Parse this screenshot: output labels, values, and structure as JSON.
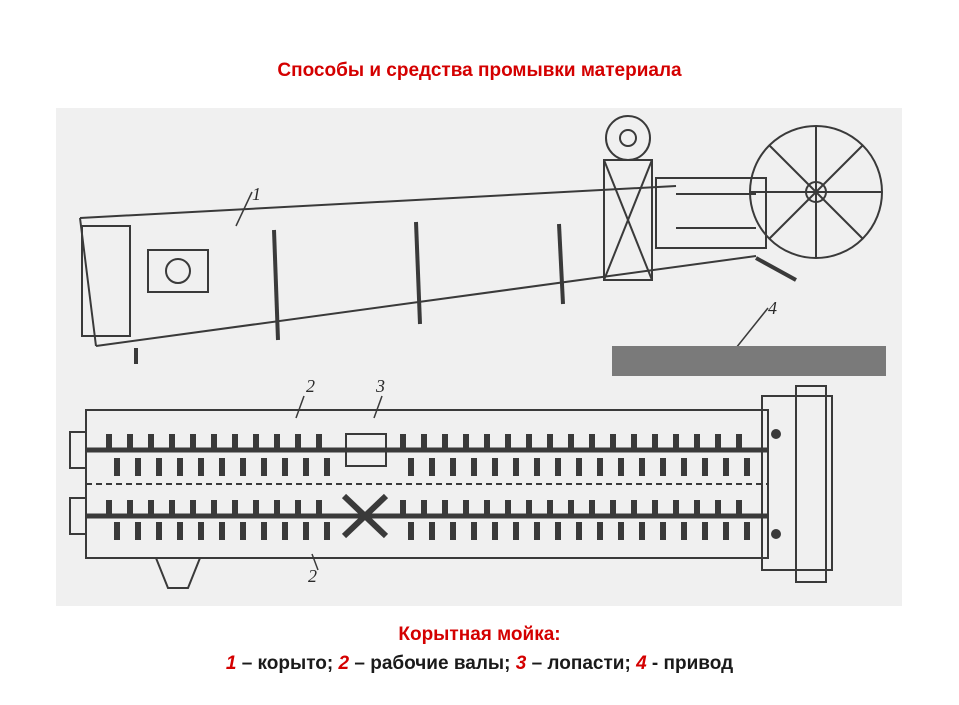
{
  "colors": {
    "accent": "#d40000",
    "text": "#1a1a1a",
    "drawing": "#3a3a3a"
  },
  "title": "Способы и средства промывки материала",
  "diagram": {
    "labels": [
      "1",
      "2",
      "3",
      "4",
      "2"
    ]
  },
  "caption": {
    "title": "Корытная мойка:",
    "legend": [
      {
        "num": "1",
        "text": " – корыто; "
      },
      {
        "num": "2",
        "text": " – рабочие валы; "
      },
      {
        "num": "3",
        "text": " – лопасти; "
      },
      {
        "num": "4",
        "text": " - привод"
      }
    ]
  }
}
